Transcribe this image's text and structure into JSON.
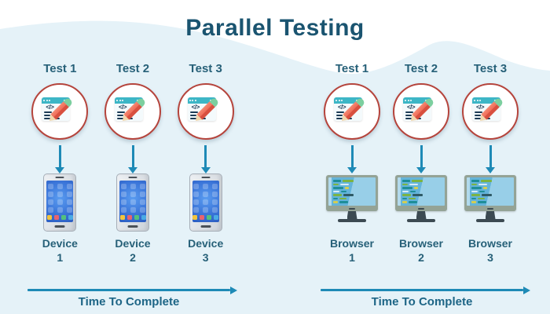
{
  "title": "Parallel Testing",
  "left": {
    "columns": [
      {
        "test_label": "Test 1",
        "device_line1": "Device",
        "device_line2": "1"
      },
      {
        "test_label": "Test 2",
        "device_line1": "Device",
        "device_line2": "2"
      },
      {
        "test_label": "Test 3",
        "device_line1": "Device",
        "device_line2": "3"
      }
    ],
    "time_label": "Time To Complete"
  },
  "right": {
    "columns": [
      {
        "test_label": "Test 1",
        "device_line1": "Browser",
        "device_line2": "1"
      },
      {
        "test_label": "Test 2",
        "device_line1": "Browser",
        "device_line2": "2"
      },
      {
        "test_label": "Test 3",
        "device_line1": "Browser",
        "device_line2": "3"
      }
    ],
    "time_label": "Time To Complete"
  },
  "icons": {
    "test_icon": "code-window-with-pencil",
    "left_device_icon": "smartphone",
    "right_device_icon": "desktop-monitor-with-code",
    "down_arrow": "down-arrow",
    "time_arrow": "right-arrow",
    "code_glyph": "</>"
  },
  "colors": {
    "background": "#e5f2f8",
    "wave": "#ffffff",
    "title_text": "#1a5470",
    "label_text": "#266078",
    "time_text": "#1d6586",
    "arrow": "#1e8ab6",
    "circle_border": "#b5443c",
    "window_header": "#3db6c6",
    "pencil": "#ee6b57",
    "eraser": "#7ccf9f"
  }
}
